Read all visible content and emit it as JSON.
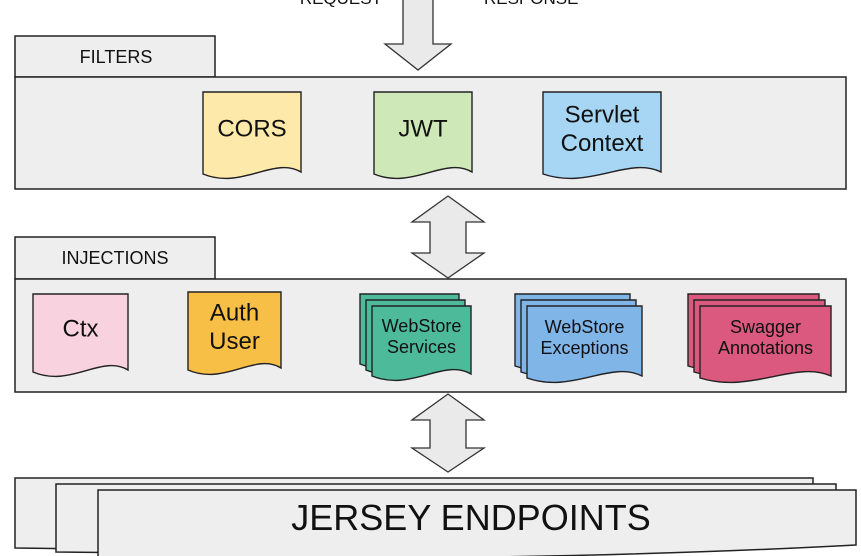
{
  "top": {
    "request_label": "REQUEST",
    "response_label": "RESPONSE"
  },
  "filters": {
    "tab_label": "FILTERS",
    "items": [
      {
        "lines": [
          "CORS"
        ],
        "color": "#fde9a9"
      },
      {
        "lines": [
          "JWT"
        ],
        "color": "#cfe8b7"
      },
      {
        "lines": [
          "Servlet",
          "Context"
        ],
        "color": "#a6d6f3"
      }
    ]
  },
  "injections": {
    "tab_label": "INJECTIONS",
    "items": [
      {
        "lines": [
          "Ctx"
        ],
        "color": "#f8d2de"
      },
      {
        "lines": [
          "Auth",
          "User"
        ],
        "color": "#f8bf47"
      },
      {
        "lines": [
          "WebStore",
          "Services"
        ],
        "color": "#4dba9a"
      },
      {
        "lines": [
          "WebStore",
          "Exceptions"
        ],
        "color": "#80b5e8"
      },
      {
        "lines": [
          "Swagger",
          "Annotations"
        ],
        "color": "#db587e"
      }
    ]
  },
  "endpoints": {
    "label": "JERSEY ENDPOINTS"
  },
  "colors": {
    "panel": "#eeeeee",
    "stroke": "#222222",
    "arrow": "#eaeaea",
    "arrow_stroke": "#333333"
  }
}
